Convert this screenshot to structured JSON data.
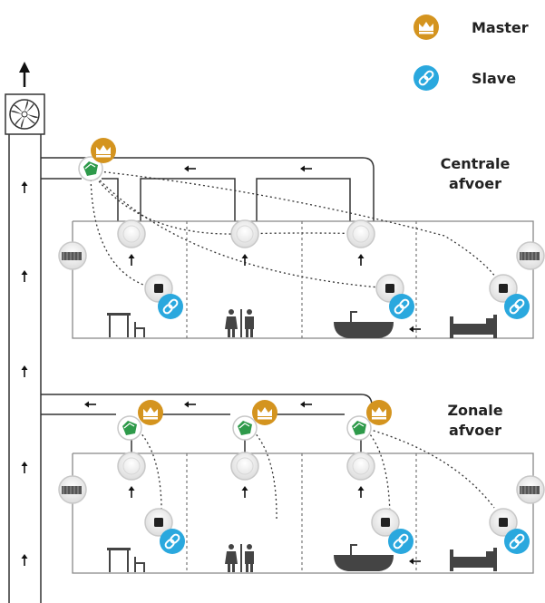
{
  "legend": {
    "master_label": "Master",
    "slave_label": "Slave",
    "master_color": "#d4941f",
    "slave_color": "#2aa8de"
  },
  "sections": {
    "central": {
      "line1": "Centrale",
      "line2": "afvoer"
    },
    "zonal": {
      "line1": "Zonale",
      "line2": "afvoer"
    }
  },
  "colors": {
    "duct": "#333333",
    "room_wall": "#888888",
    "device_ring": "#e8e8e8",
    "green_module": "#2e9a4a"
  },
  "icons": {
    "fan": "fan-icon",
    "master": "crown-icon",
    "slave": "link-icon",
    "controller": "controller-icon",
    "exhaust": "exhaust-valve-icon",
    "grille": "grille-icon",
    "room_types": [
      "desk-chair-icon",
      "toilet-icon",
      "bathtub-icon",
      "bed-icon"
    ]
  }
}
